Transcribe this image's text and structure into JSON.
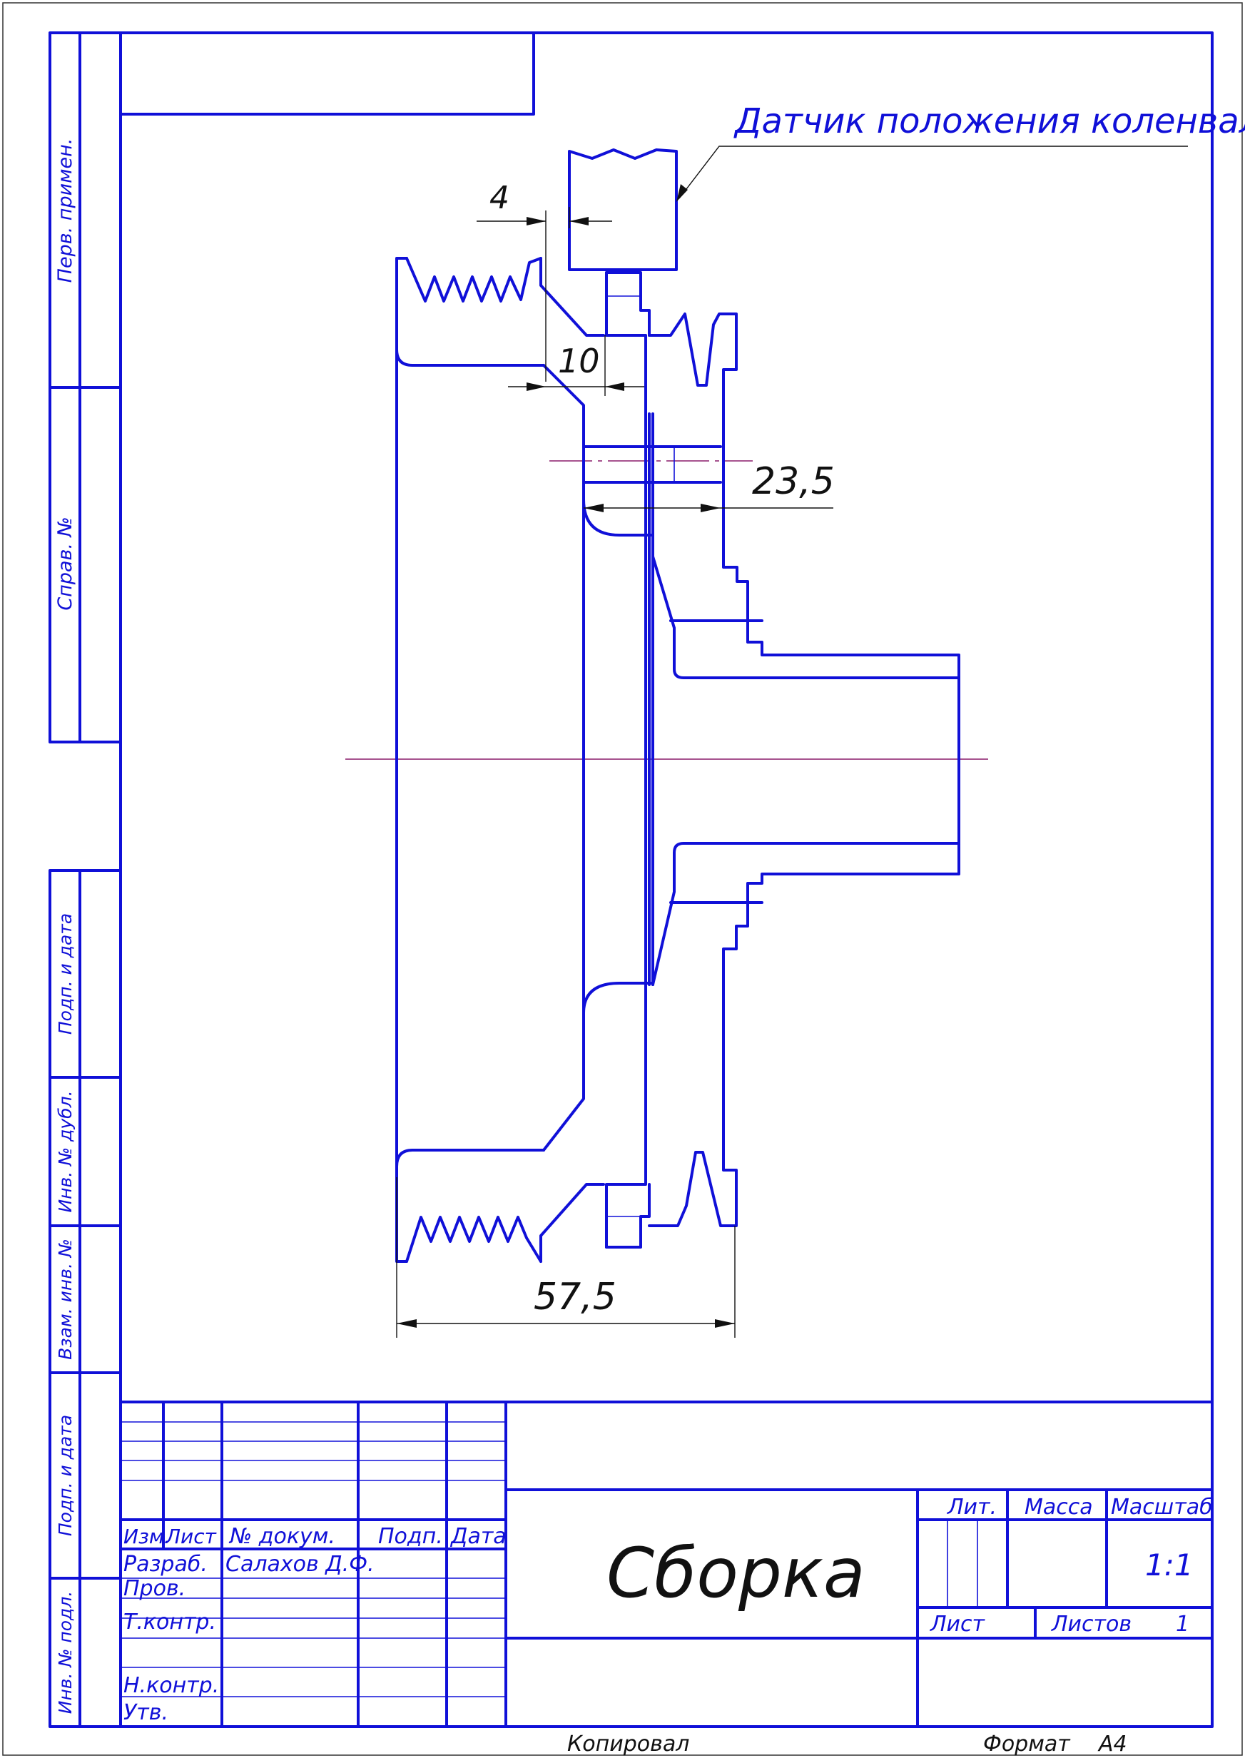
{
  "drawing": {
    "sensor_label": "Датчик положения коленвала",
    "dims": {
      "d4": "4",
      "d10": "10",
      "d23_5": "23,5",
      "d57_5": "57,5"
    }
  },
  "side_stamp": {
    "perv_primen": "Перв. примен.",
    "sprav_no": "Справ. №",
    "podp_data_1": "Подп. и дата",
    "inv_dubl": "Инв. № дубл.",
    "vzam_inv": "Взам. инв. №",
    "podp_data_2": "Подп. и дата",
    "inv_podl": "Инв. № подл."
  },
  "title_block": {
    "col_izm": "Изм.",
    "col_list": "Лист",
    "col_dokum": "№ докум.",
    "col_podp": "Подп.",
    "col_data": "Дата",
    "razrab": "Разраб.",
    "razrab_name": "Салахов Д.Ф.",
    "prov": "Пров.",
    "tkontr": "Т.контр.",
    "nkontr": "Н.контр.",
    "utv": "Утв.",
    "title": "Сборка",
    "lit": "Лит.",
    "massa": "Масса",
    "masshtab": "Масштаб",
    "scale": "1:1",
    "sheet": "Лист",
    "sheets": "Листов",
    "sheets_count": "1"
  },
  "footer": {
    "kopiroval": "Копировал",
    "format": "Формат",
    "format_value": "A4"
  }
}
